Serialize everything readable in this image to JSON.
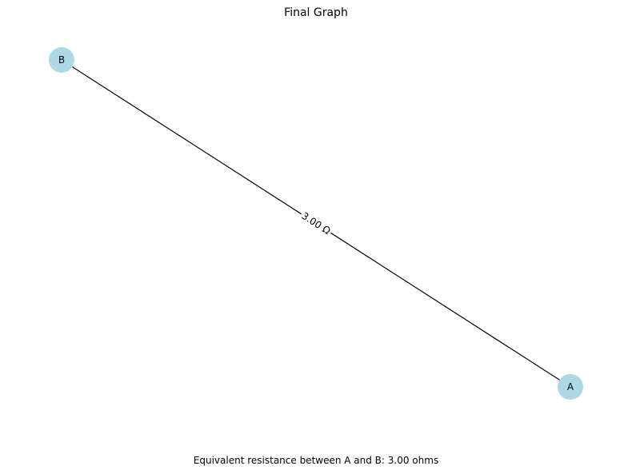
{
  "figure": {
    "title": "Final Graph",
    "footer_text": "Equivalent resistance between A and B: 3.00 ohms"
  },
  "graph": {
    "nodes": [
      {
        "id": "B",
        "label": "B"
      },
      {
        "id": "A",
        "label": "A"
      }
    ],
    "edges": [
      {
        "from": "B",
        "to": "A",
        "label": "3.00 Ω"
      }
    ]
  },
  "colors": {
    "node_fill": "#add8e6",
    "edge": "#000000",
    "text": "#000000",
    "background": "#ffffff"
  }
}
